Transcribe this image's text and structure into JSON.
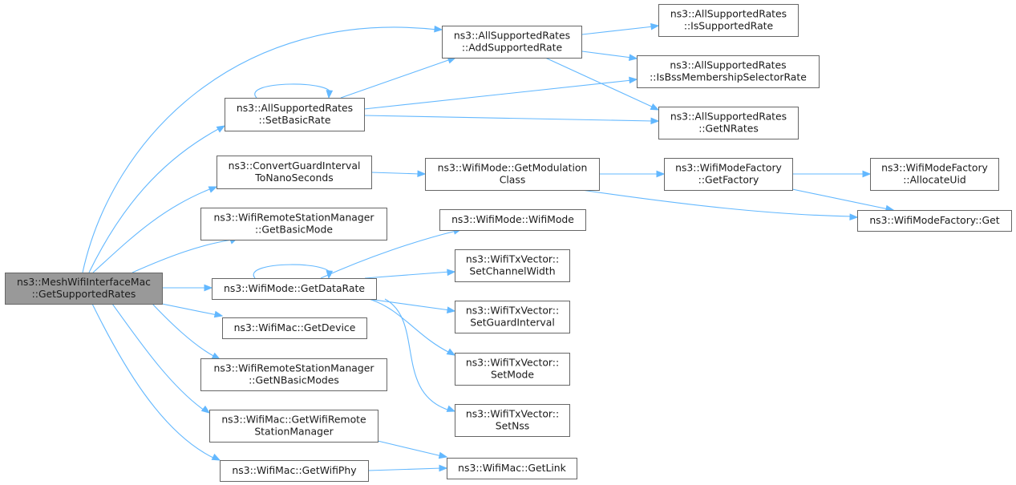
{
  "graph": {
    "nodes": [
      {
        "id": "root",
        "lines": [
          "ns3::MeshWifiInterfaceMac",
          "::GetSupportedRates"
        ],
        "root": true
      },
      {
        "id": "asr_add",
        "lines": [
          "ns3::AllSupportedRates",
          "::AddSupportedRate"
        ]
      },
      {
        "id": "asr_is",
        "lines": [
          "ns3::AllSupportedRates",
          "::IsSupportedRate"
        ]
      },
      {
        "id": "asr_bss",
        "lines": [
          "ns3::AllSupportedRates",
          "::IsBssMembershipSelectorRate"
        ]
      },
      {
        "id": "asr_basic",
        "lines": [
          "ns3::AllSupportedRates",
          "::SetBasicRate"
        ]
      },
      {
        "id": "asr_nrates",
        "lines": [
          "ns3::AllSupportedRates",
          "::GetNRates"
        ]
      },
      {
        "id": "conv",
        "lines": [
          "ns3::ConvertGuardInterval",
          "ToNanoSeconds"
        ]
      },
      {
        "id": "wm_modclass",
        "lines": [
          "ns3::WifiMode::GetModulation",
          "Class"
        ]
      },
      {
        "id": "wmf_factory",
        "lines": [
          "ns3::WifiModeFactory",
          "::GetFactory"
        ]
      },
      {
        "id": "wmf_alloc",
        "lines": [
          "ns3::WifiModeFactory",
          "::AllocateUid"
        ]
      },
      {
        "id": "wmf_get",
        "lines": [
          "ns3::WifiModeFactory::Get"
        ]
      },
      {
        "id": "wrsm_basicmode",
        "lines": [
          "ns3::WifiRemoteStationManager",
          "::GetBasicMode"
        ]
      },
      {
        "id": "wm_wifimode",
        "lines": [
          "ns3::WifiMode::WifiMode"
        ]
      },
      {
        "id": "wm_datarate",
        "lines": [
          "ns3::WifiMode::GetDataRate"
        ]
      },
      {
        "id": "tx_chw",
        "lines": [
          "ns3::WifiTxVector::",
          "SetChannelWidth"
        ]
      },
      {
        "id": "tx_gi",
        "lines": [
          "ns3::WifiTxVector::",
          "SetGuardInterval"
        ]
      },
      {
        "id": "mac_device",
        "lines": [
          "ns3::WifiMac::GetDevice"
        ]
      },
      {
        "id": "tx_mode",
        "lines": [
          "ns3::WifiTxVector::",
          "SetMode"
        ]
      },
      {
        "id": "wrsm_nbasic",
        "lines": [
          "ns3::WifiRemoteStationManager",
          "::GetNBasicModes"
        ]
      },
      {
        "id": "tx_nss",
        "lines": [
          "ns3::WifiTxVector::",
          "SetNss"
        ]
      },
      {
        "id": "mac_wrsm",
        "lines": [
          "ns3::WifiMac::GetWifiRemote",
          "StationManager"
        ]
      },
      {
        "id": "mac_link",
        "lines": [
          "ns3::WifiMac::GetLink"
        ]
      },
      {
        "id": "mac_phy",
        "lines": [
          "ns3::WifiMac::GetWifiPhy"
        ]
      }
    ],
    "colors": {
      "edge": "#63b8ff",
      "root_fill": "#999999",
      "node_border": "#666666"
    }
  }
}
